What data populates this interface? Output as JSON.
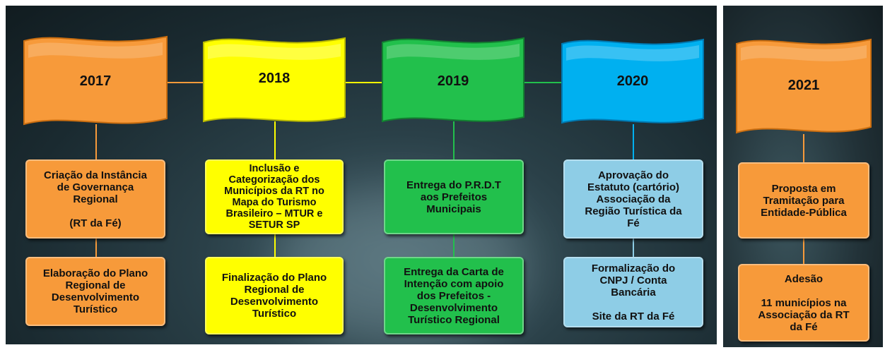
{
  "colors": {
    "orange": "#f79a3a",
    "yellow": "#ffff00",
    "green": "#22c04c",
    "blue": "#00b0f0",
    "lightblue": "#8ecde6"
  },
  "timeline": [
    {
      "year": "2017",
      "color": "orange",
      "boxes": [
        "Criação da Instância\nde Governança\nRegional\n\n(RT da Fé)",
        "Elaboração do Plano\nRegional de\nDesenvolvimento\nTurístico"
      ]
    },
    {
      "year": "2018",
      "color": "yellow",
      "boxes": [
        "Inclusão e\nCategorização dos\nMunicípios da RT no\nMapa do Turismo\nBrasileiro – MTUR e\nSETUR SP",
        "Finalização do Plano\nRegional de\nDesenvolvimento\nTurístico"
      ]
    },
    {
      "year": "2019",
      "color": "green",
      "boxes": [
        "Entrega do P.R.D.T\naos Prefeitos\nMunicipais",
        "Entrega da Carta de\nIntenção com apoio\ndos Prefeitos -\nDesenvolvimento\nTurístico Regional"
      ]
    },
    {
      "year": "2020",
      "color": "blue",
      "boxes": [
        "Aprovação do\nEstatuto (cartório)\nAssociação da\nRegião Turística da\nFé",
        "Formalização do\nCNPJ / Conta\nBancária\n\nSite da RT da Fé"
      ]
    },
    {
      "year": "2021",
      "color": "orange",
      "boxes": [
        "Proposta em\nTramitação para\nEntidade-Pública",
        "Adesão\n\n11 municípios na\nAssociação da RT\nda Fé"
      ]
    }
  ]
}
